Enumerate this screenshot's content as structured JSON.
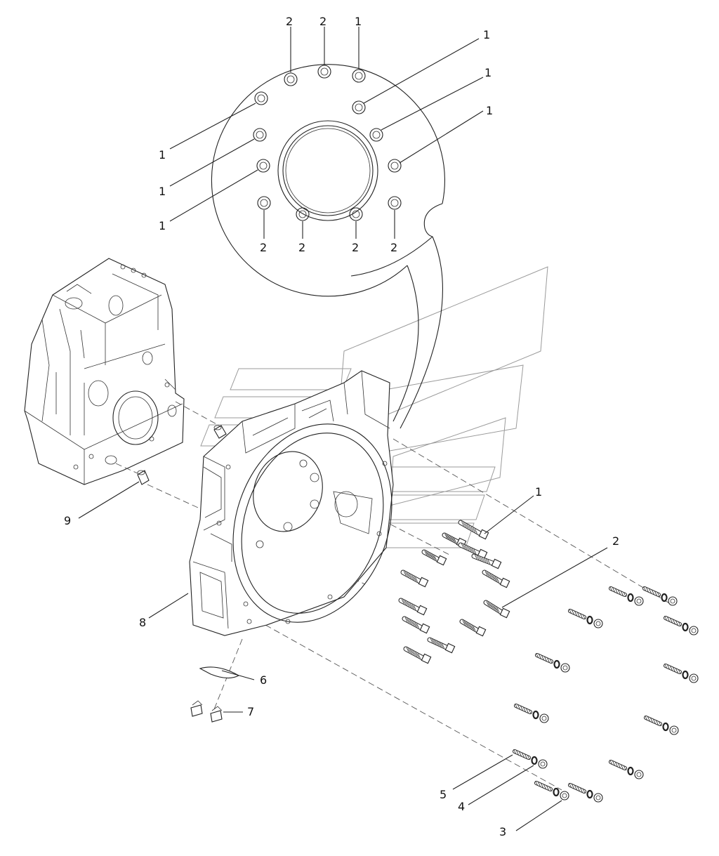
{
  "diagram": {
    "callouts": {
      "flange_top_1": "2",
      "flange_top_2": "2",
      "flange_top_3": "1",
      "flange_right_1": "1",
      "flange_right_2": "1",
      "flange_right_3": "1",
      "flange_left_1": "1",
      "flange_left_2": "1",
      "flange_left_3": "1",
      "flange_bottom_1": "2",
      "flange_bottom_2": "2",
      "flange_bottom_3": "2",
      "flange_bottom_4": "2",
      "bolt_long": "1",
      "bolt_short": "2",
      "nut": "3",
      "washer": "4",
      "stud": "5",
      "cover_plate": "6",
      "cover_screw": "7",
      "flywheel_housing": "8",
      "dowel_pin": "9"
    }
  }
}
